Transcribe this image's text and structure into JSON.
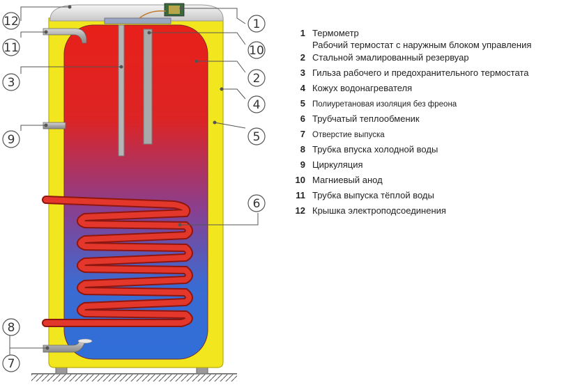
{
  "callouts": [
    "12",
    "11",
    "3",
    "9",
    "8",
    "7",
    "1",
    "10",
    "2",
    "4",
    "5",
    "6"
  ],
  "legend": {
    "items": [
      {
        "num": "1",
        "lines": [
          "Термометр",
          "Рабочий термостат с наружным блоком управления"
        ],
        "small": false
      },
      {
        "num": "2",
        "lines": [
          "Стальной эмалированный резервуар"
        ],
        "small": false
      },
      {
        "num": "3",
        "lines": [
          "Гильза рабочего и предохранительного термостата"
        ],
        "small": false
      },
      {
        "num": "4",
        "lines": [
          "Кожух водонагревателя"
        ],
        "small": false
      },
      {
        "num": "5",
        "lines": [
          "Полиуретановая изоляция без фреона"
        ],
        "small": true
      },
      {
        "num": "6",
        "lines": [
          "Трубчатый теплообменик"
        ],
        "small": false
      },
      {
        "num": "7",
        "lines": [
          "Отверстие выпуска"
        ],
        "small": true
      },
      {
        "num": "8",
        "lines": [
          "Трубка впуска холодной воды"
        ],
        "small": false
      },
      {
        "num": "9",
        "lines": [
          "Циркуляция"
        ],
        "small": false
      },
      {
        "num": "10",
        "lines": [
          "Магниевый анод"
        ],
        "small": false
      },
      {
        "num": "11",
        "lines": [
          "Трубка выпуска тёплой воды"
        ],
        "small": false
      },
      {
        "num": "12",
        "lines": [
          "Крышка электроподсоединения"
        ],
        "small": false
      }
    ]
  },
  "colors": {
    "casing": "#f2e61f",
    "tank_hot": "#e8201a",
    "tank_cold": "#2f6fd8",
    "coil": "#d9261c",
    "cover": "#dcdcdc"
  }
}
